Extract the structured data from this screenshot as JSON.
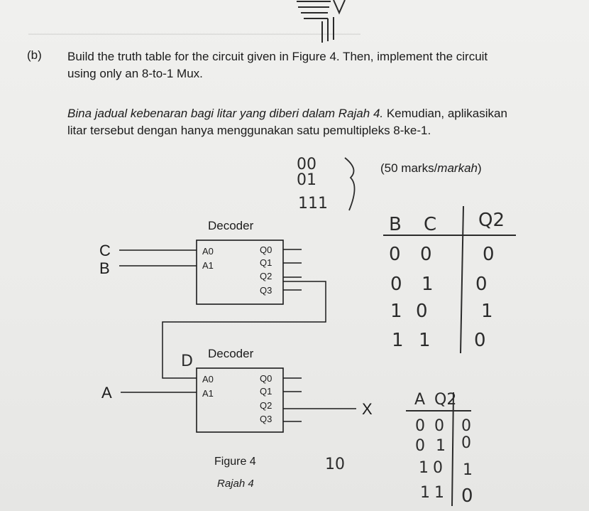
{
  "question": {
    "label": "(b)",
    "text_en": "Build the truth table for the circuit given in Figure 4. Then, implement the circuit using only an 8-to-1 Mux.",
    "text_ms_prefix": "Bina jadual kebenaran bagi litar yang diberi dalam Rajah 4.",
    "text_ms_suffix": " Kemudian, aplikasikan litar tersebut dengan hanya menggunakan satu pemultipleks 8-ke-1.",
    "marks_prefix": "(50 marks/",
    "marks_italic": "markah",
    "marks_suffix": ")"
  },
  "figure": {
    "decoder1_title": "Decoder",
    "decoder2_title": "Decoder",
    "inputs": [
      "A0",
      "A1"
    ],
    "outputs": [
      "Q0",
      "Q1",
      "Q2",
      "Q3"
    ],
    "signal_c": "C",
    "signal_b": "B",
    "signal_a": "A",
    "signal_x": "X",
    "caption_en": "Figure 4",
    "caption_ms": "Rajah 4"
  },
  "handwriting": {
    "truth1_headers": [
      "B",
      "C",
      "Q2"
    ],
    "truth1_rows": [
      [
        "0",
        "0",
        "0"
      ],
      [
        "0",
        "1",
        "0"
      ],
      [
        "1",
        "0",
        "1"
      ],
      [
        "1",
        "1",
        "0"
      ]
    ],
    "truth2_headers": [
      "A",
      "Q2"
    ],
    "truth2_rows": [
      [
        "0",
        "0",
        "0"
      ],
      [
        "0",
        "1",
        "0"
      ],
      [
        "1",
        "0",
        "1"
      ],
      [
        "1",
        "1",
        "0"
      ]
    ],
    "scribble_top": [
      "00",
      "01",
      "111"
    ],
    "scribble_d": "D",
    "scribble_10": "10"
  }
}
